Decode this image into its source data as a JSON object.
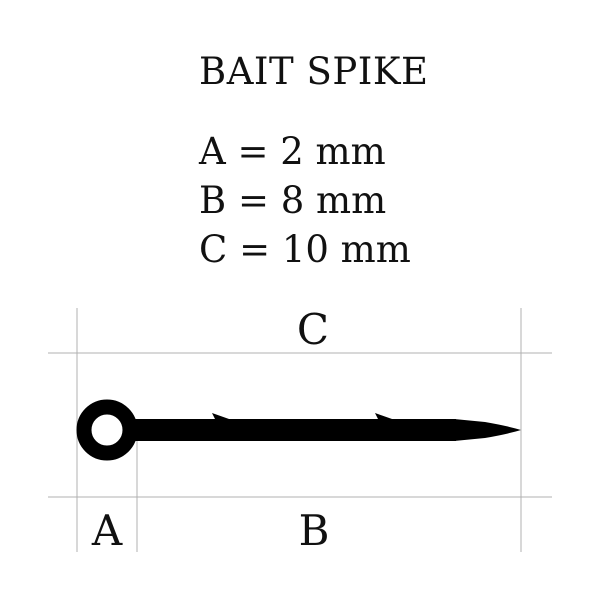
{
  "title": "BAIT SPIKE",
  "specs": [
    "A = 2 mm",
    "B = 8 mm",
    "C = 10 mm"
  ],
  "dimensions": {
    "A": {
      "label": "A",
      "value": 2,
      "unit": "mm"
    },
    "B": {
      "label": "B",
      "value": 8,
      "unit": "mm"
    },
    "C": {
      "label": "C",
      "value": 10,
      "unit": "mm"
    }
  },
  "colors": {
    "ink": "#000000",
    "guide_lines": "#b0b0b0",
    "background": "#ffffff"
  }
}
